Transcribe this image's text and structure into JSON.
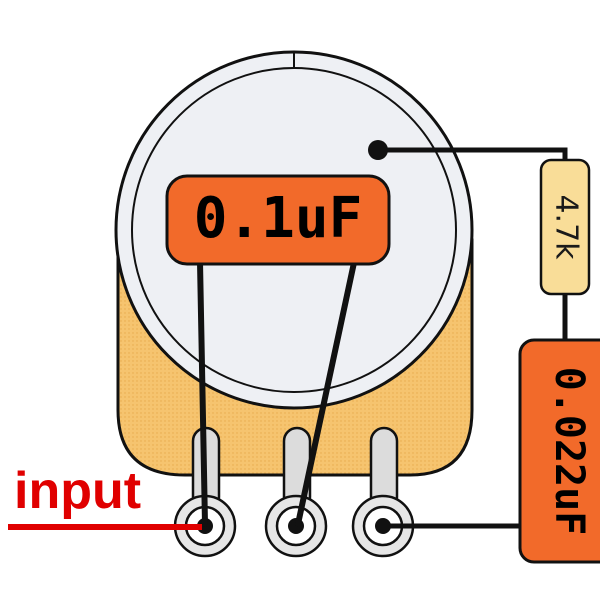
{
  "labels": {
    "cap_main": "0.1uF",
    "resistor": "4.7k",
    "cap_side": "0.022uF",
    "input": "input"
  },
  "colors": {
    "cap_orange": "#f26a2a",
    "pot_body": "#f6c46f",
    "pot_face": "#eef0f4",
    "resistor_body": "#f9dd98",
    "input_red": "#e00000",
    "wire": "#111111"
  }
}
